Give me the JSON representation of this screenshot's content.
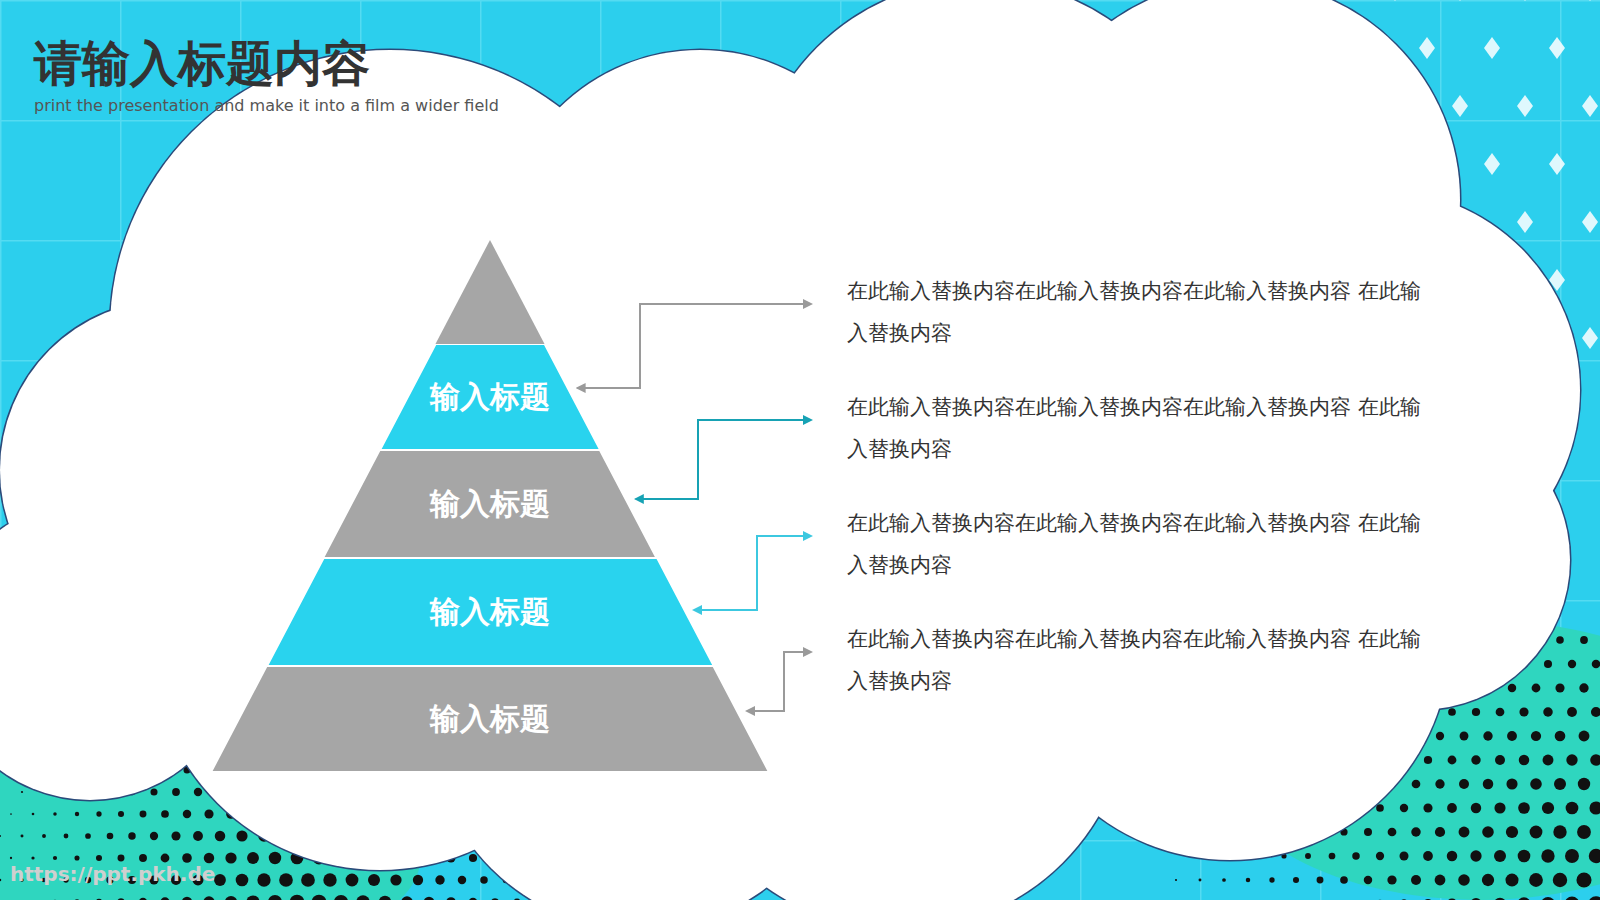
{
  "diagram": {
    "title": "请输入标题内容",
    "caption": "print the presentation and make it into a film a wider field",
    "nodes": [
      {
        "text": [
          "输入标题"
        ]
      },
      {
        "text": [
          "输入标题"
        ]
      },
      {
        "text": [
          "输入标题"
        ]
      },
      {
        "text": [
          "输入标题"
        ]
      },
      {
        "text": [
          "在此输入替换内容在此输入替换内容在此输入替换内容 在此输入替换内容"
        ]
      },
      {
        "text": [
          "在此输入替换内容在此输入替换内容在此输入替换内容 在此输入替换内容"
        ]
      },
      {
        "text": [
          "在此输入替换内容在此输入替换内容在此输入替换内容 在此输入替换内容"
        ]
      },
      {
        "text": [
          "在此输入替换内容在此输入替换内容在此输入替换内容 在此输入替换内容"
        ]
      }
    ],
    "edges": [
      {
        "from": 0,
        "to": 4,
        "arrow": "both"
      },
      {
        "from": 1,
        "to": 5,
        "arrow": "both"
      },
      {
        "from": 2,
        "to": 6,
        "arrow": "both"
      },
      {
        "from": 3,
        "to": 7,
        "arrow": "both"
      }
    ],
    "labels": [
      "https://ppt.pkh.de"
    ]
  }
}
